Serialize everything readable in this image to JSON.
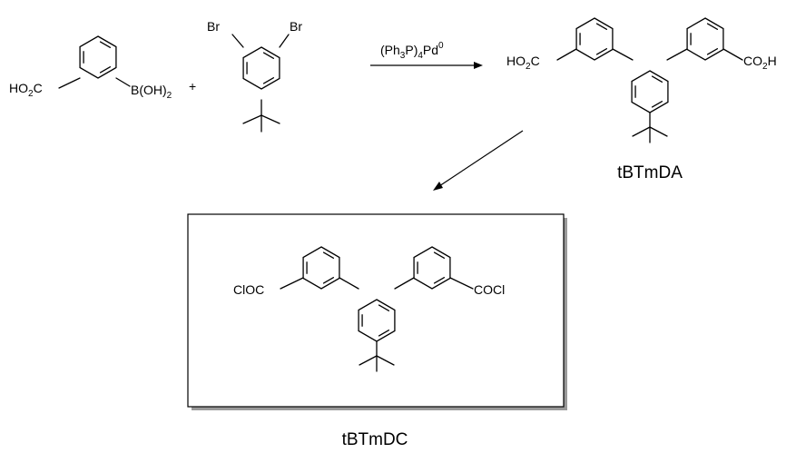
{
  "reagent_boronic": {
    "left": {
      "pre": "HO",
      "sub": "2",
      "post": "C"
    },
    "right": "B(OH)",
    "right_sub": "2"
  },
  "plus": "+",
  "reagent_dibromo": {
    "br_left": "Br",
    "br_right": "Br"
  },
  "condition": {
    "p1": "(Ph",
    "s1": "3",
    "p2": "P)",
    "s2": "4",
    "p3": "Pd",
    "sup": "0"
  },
  "diacid": {
    "left": {
      "pre": "HO",
      "sub": "2",
      "post": "C"
    },
    "right": {
      "pre": "CO",
      "sub": "2",
      "post": "H"
    },
    "name": "tBTmDA"
  },
  "dichloride": {
    "left": "ClOC",
    "right": "COCl",
    "name": "tBTmDC"
  },
  "colors": {
    "ink": "#000000",
    "box_shadow": "#9a9a9a",
    "background": "#ffffff"
  }
}
